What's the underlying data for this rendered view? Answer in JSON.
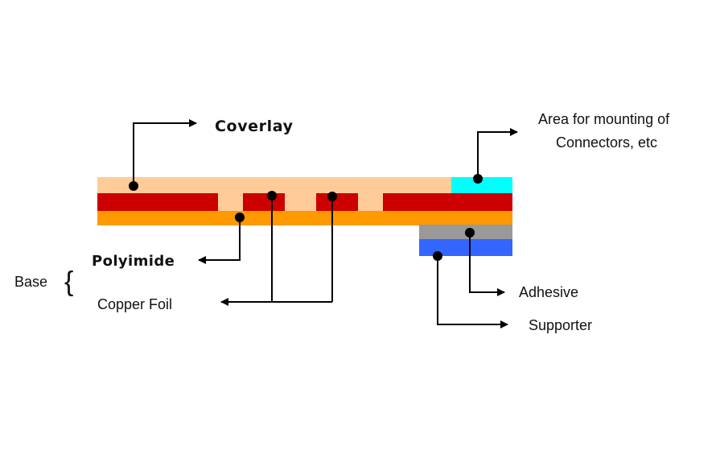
{
  "labels": {
    "coverlay": "Coverlay",
    "connector_area_line1": "Area for mounting of",
    "connector_area_line2": "Connectors, etc",
    "polyimide": "Polyimide",
    "base": "Base",
    "brace": "{",
    "copper_foil": "Copper Foil",
    "adhesive": "Adhesive",
    "supporter": "Supporter"
  },
  "colors": {
    "coverlay": "#FFCC99",
    "copper": "#CC0000",
    "polyimide": "#FF9900",
    "connector_area": "#00FFFF",
    "adhesive": "#999999",
    "supporter": "#3366FF",
    "line": "#000000"
  }
}
